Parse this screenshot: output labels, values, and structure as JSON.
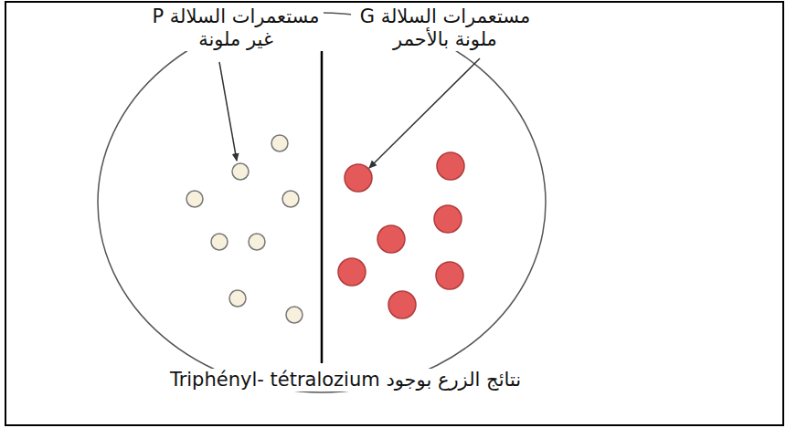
{
  "diagram": {
    "caption": "نتائج الزرع بوجود Triphényl- tétralozium",
    "labels": [
      "مستعمرات السلالة P غير ملونة",
      "مستعمرات السلالة G ملونة بالأحمر"
    ]
  }
}
